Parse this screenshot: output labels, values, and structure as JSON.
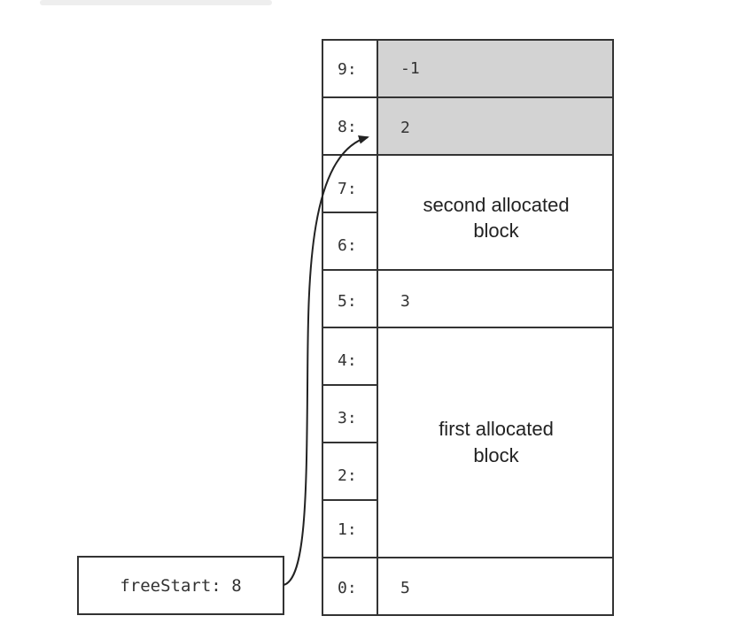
{
  "memory": {
    "cells": [
      {
        "index": "0:",
        "value": "5"
      },
      {
        "index": "1:",
        "value": ""
      },
      {
        "index": "2:",
        "value": ""
      },
      {
        "index": "3:",
        "value": ""
      },
      {
        "index": "4:",
        "value": ""
      },
      {
        "index": "5:",
        "value": "3"
      },
      {
        "index": "6:",
        "value": ""
      },
      {
        "index": "7:",
        "value": ""
      },
      {
        "index": "8:",
        "value": "2"
      },
      {
        "index": "9:",
        "value": "-1"
      }
    ],
    "blocks": {
      "second": {
        "line1": "second allocated",
        "line2": "block"
      },
      "first": {
        "line1": "first allocated",
        "line2": "block"
      }
    },
    "free_fill": "#d3d3d3"
  },
  "pointer": {
    "label": "freeStart: 8"
  }
}
